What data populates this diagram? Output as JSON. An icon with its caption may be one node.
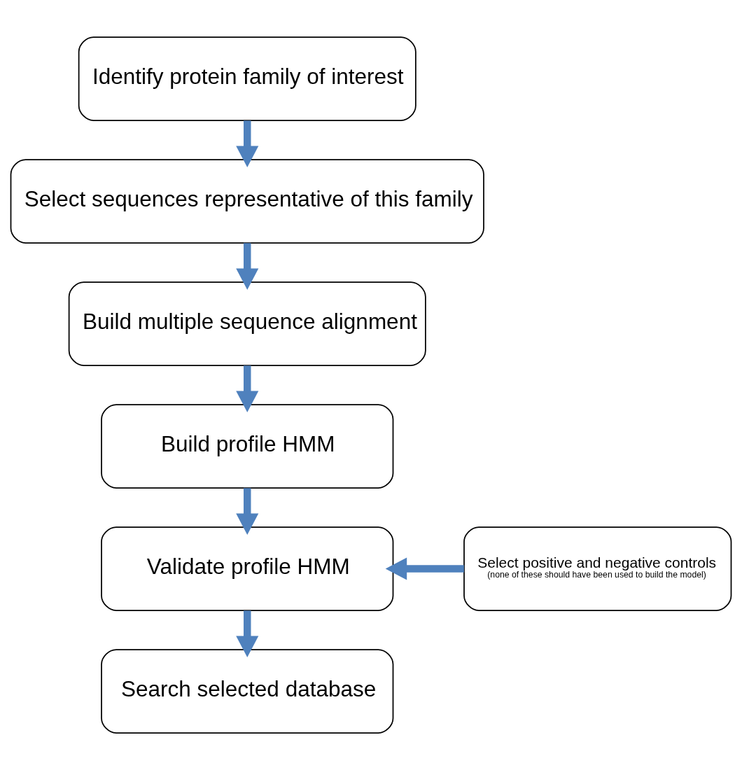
{
  "diagram": {
    "nodes": [
      {
        "text": [
          "Identify protein family of interest"
        ]
      },
      {
        "text": [
          "Select sequences representative of this family"
        ]
      },
      {
        "text": [
          "Build multiple sequence alignment"
        ]
      },
      {
        "text": [
          "Build profile HMM"
        ]
      },
      {
        "text": [
          "Validate profile HMM"
        ]
      },
      {
        "text": [
          "Search selected database"
        ]
      },
      {
        "text": [
          "Select positive and negative controls",
          "(none of these should have been used to build the model)"
        ]
      }
    ],
    "edges": [
      {
        "from": 0,
        "to": 1,
        "arrow": "to"
      },
      {
        "from": 1,
        "to": 2,
        "arrow": "to"
      },
      {
        "from": 2,
        "to": 3,
        "arrow": "to"
      },
      {
        "from": 3,
        "to": 4,
        "arrow": "to"
      },
      {
        "from": 4,
        "to": 5,
        "arrow": "to"
      },
      {
        "from": 6,
        "to": 4,
        "arrow": "to"
      }
    ]
  }
}
